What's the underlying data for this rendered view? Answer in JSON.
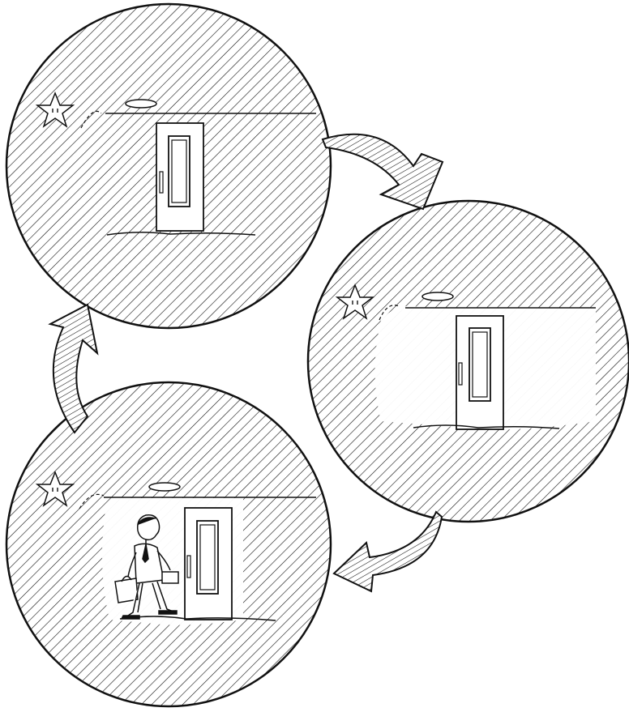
{
  "diagram": {
    "panels": [
      {
        "id": "top-left",
        "scene": "empty-room-with-door",
        "has_person": false
      },
      {
        "id": "right",
        "scene": "room-with-door-lit",
        "has_person": false
      },
      {
        "id": "bottom-left",
        "scene": "person-walking-to-door-lit",
        "has_person": true
      }
    ],
    "cycle": [
      "top-left",
      "right",
      "bottom-left",
      "top-left"
    ],
    "colors": {
      "ink": "#111111",
      "paper": "#ffffff"
    },
    "icons": [
      "star-face-icon",
      "ceiling-light-icon",
      "door-icon",
      "cycle-arrow-icon",
      "person-icon"
    ]
  }
}
